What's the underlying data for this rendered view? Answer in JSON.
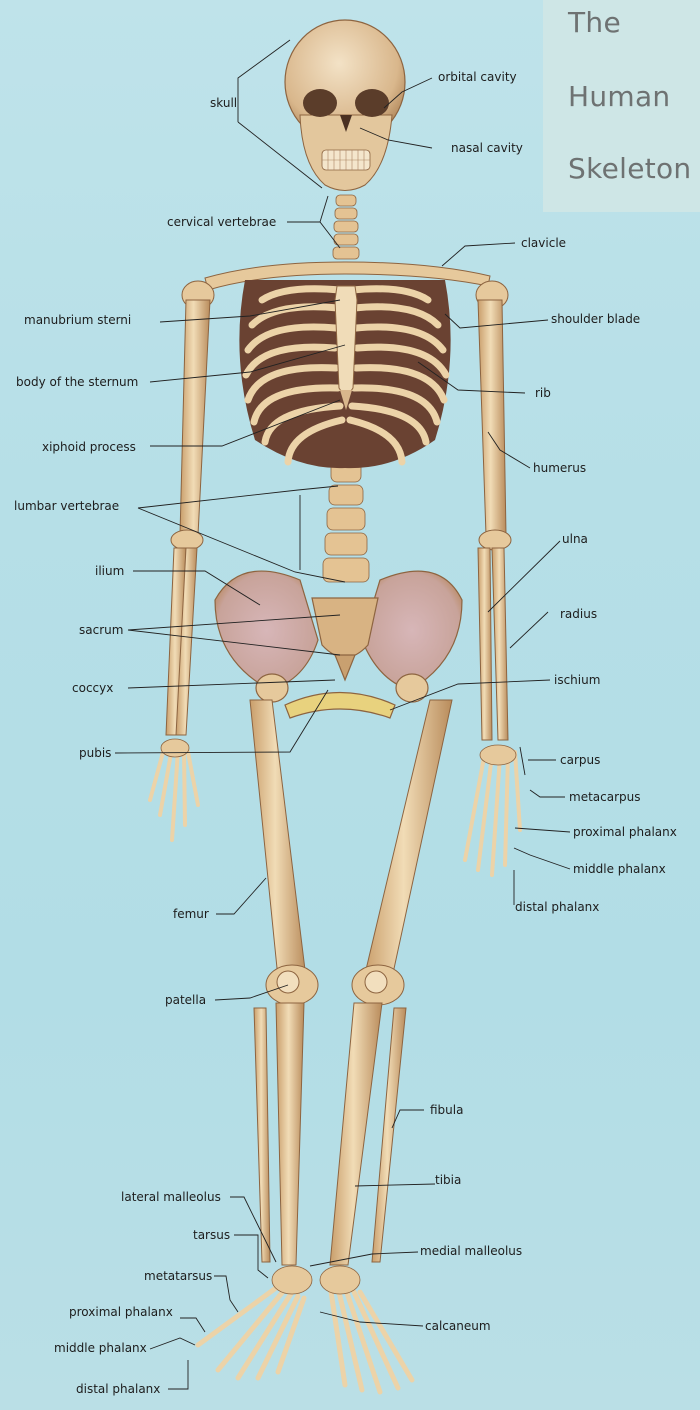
{
  "title": {
    "line1": "The",
    "line2": "Human",
    "line3": "Skeleton"
  },
  "labels": {
    "skull": "skull",
    "orbital_cavity": "orbital cavity",
    "nasal_cavity": "nasal cavity",
    "cervical_vertebrae": "cervical vertebrae",
    "clavicle": "clavicle",
    "manubrium_sterni": "manubrium sterni",
    "shoulder_blade": "shoulder blade",
    "body_of_sternum": "body of the sternum",
    "rib": "rib",
    "xiphoid_process": "xiphoid process",
    "humerus": "humerus",
    "lumbar_vertebrae": "lumbar vertebrae",
    "ulna": "ulna",
    "ilium": "ilium",
    "radius": "radius",
    "sacrum": "sacrum",
    "coccyx": "coccyx",
    "ischium": "ischium",
    "pubis": "pubis",
    "carpus": "carpus",
    "metacarpus": "metacarpus",
    "proximal_phalanx_hand": "proximal phalanx",
    "middle_phalanx_hand": "middle phalanx",
    "distal_phalanx_hand": "distal phalanx",
    "femur": "femur",
    "patella": "patella",
    "fibula": "fibula",
    "tibia": "tibia",
    "lateral_malleolus": "lateral malleolus",
    "tarsus": "tarsus",
    "medial_malleolus": "medial malleolus",
    "metatarsus": "metatarsus",
    "proximal_phalanx_foot": "proximal phalanx",
    "calcaneum": "calcaneum",
    "middle_phalanx_foot": "middle phalanx",
    "distal_phalanx_foot": "distal phalanx"
  },
  "colors": {
    "background": "#b6dfe7",
    "bone": "#e6c99c",
    "bone_shade": "#b58a5a",
    "title_panel": "#cfe7e6",
    "title_text": "#6b6e6e"
  }
}
